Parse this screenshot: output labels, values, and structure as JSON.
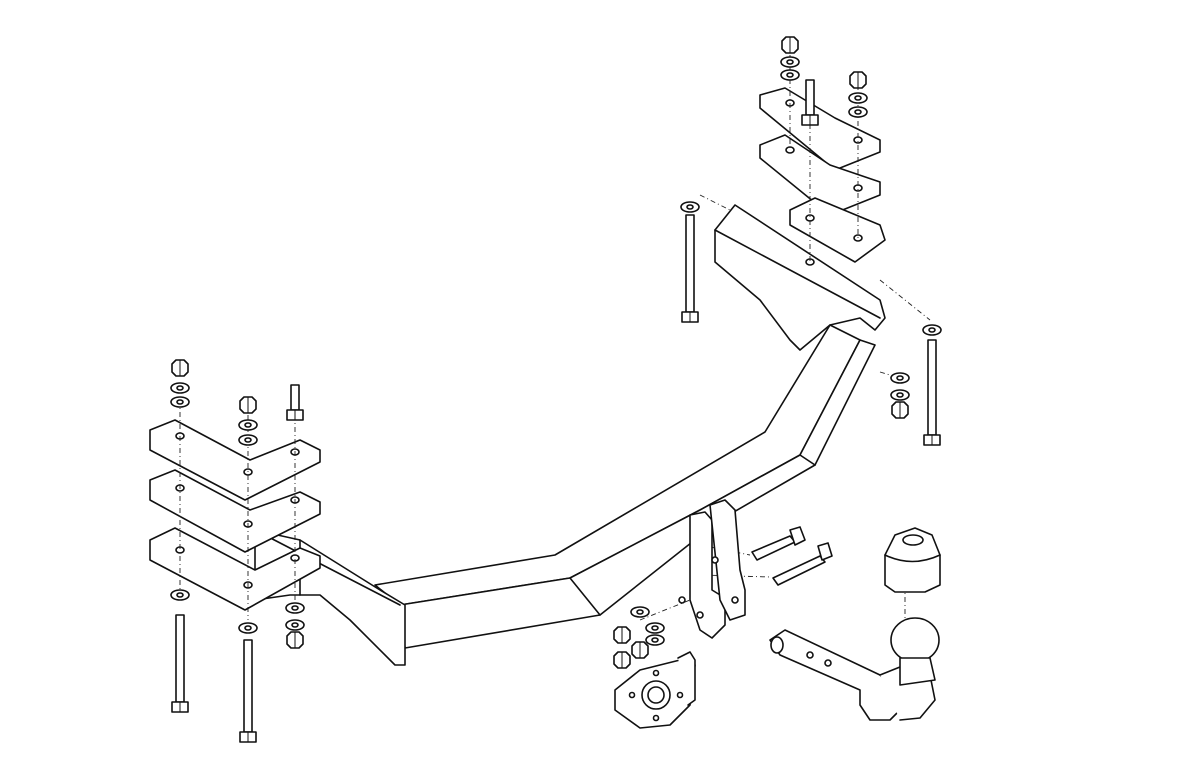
{
  "diagram": {
    "kind": "exploded-assembly",
    "colors": {
      "line": "#111111",
      "background": "#ffffff",
      "shade": "#e6e6e6"
    },
    "parts": [
      "crossbar",
      "left-mounting-plates",
      "right-mounting-plates",
      "bolts",
      "nuts",
      "washers",
      "tow-ball",
      "ball-cover",
      "socket-plate",
      "connection-bolts"
    ]
  }
}
